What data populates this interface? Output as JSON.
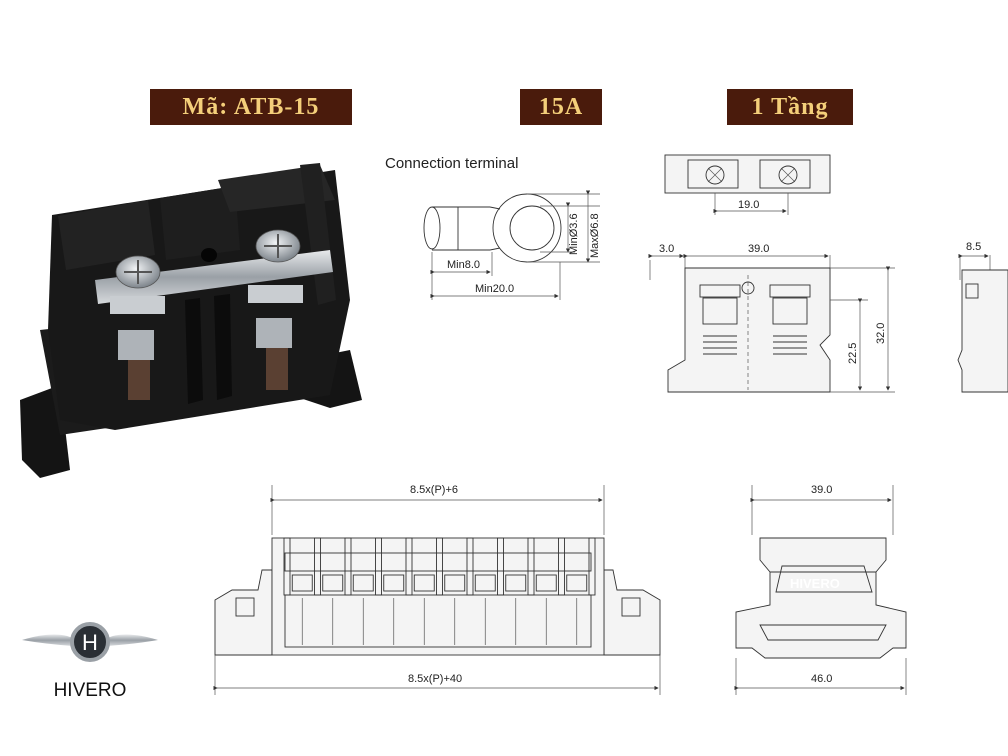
{
  "badges": {
    "code": "Mã: ATB-15",
    "current": "15A",
    "tiers": "1 Tầng"
  },
  "terminal": {
    "title": "Connection terminal",
    "min_hole": "MinØ3.6",
    "max_outer": "MaxØ6.8",
    "min_barrel": "Min8.0",
    "min_length": "Min20.0"
  },
  "top_view": {
    "pitch": "19.0"
  },
  "side_view": {
    "offset": "3.0",
    "width": "39.0",
    "height_inner": "22.5",
    "height_total": "32.0",
    "thickness": "8.5"
  },
  "front_view": {
    "top_dim": "8.5x(P)+6",
    "bottom_dim": "8.5x(P)+40"
  },
  "end_view": {
    "top_dim": "39.0",
    "bottom_dim": "46.0",
    "label": "HIVERO"
  },
  "brand": {
    "letter": "H",
    "name": "HIVERO"
  },
  "colors": {
    "badge_bg": "#4a1b0c",
    "badge_text": "#f4cf7a",
    "product_body": "#151515",
    "logo_silver": "#9aa0a6"
  }
}
